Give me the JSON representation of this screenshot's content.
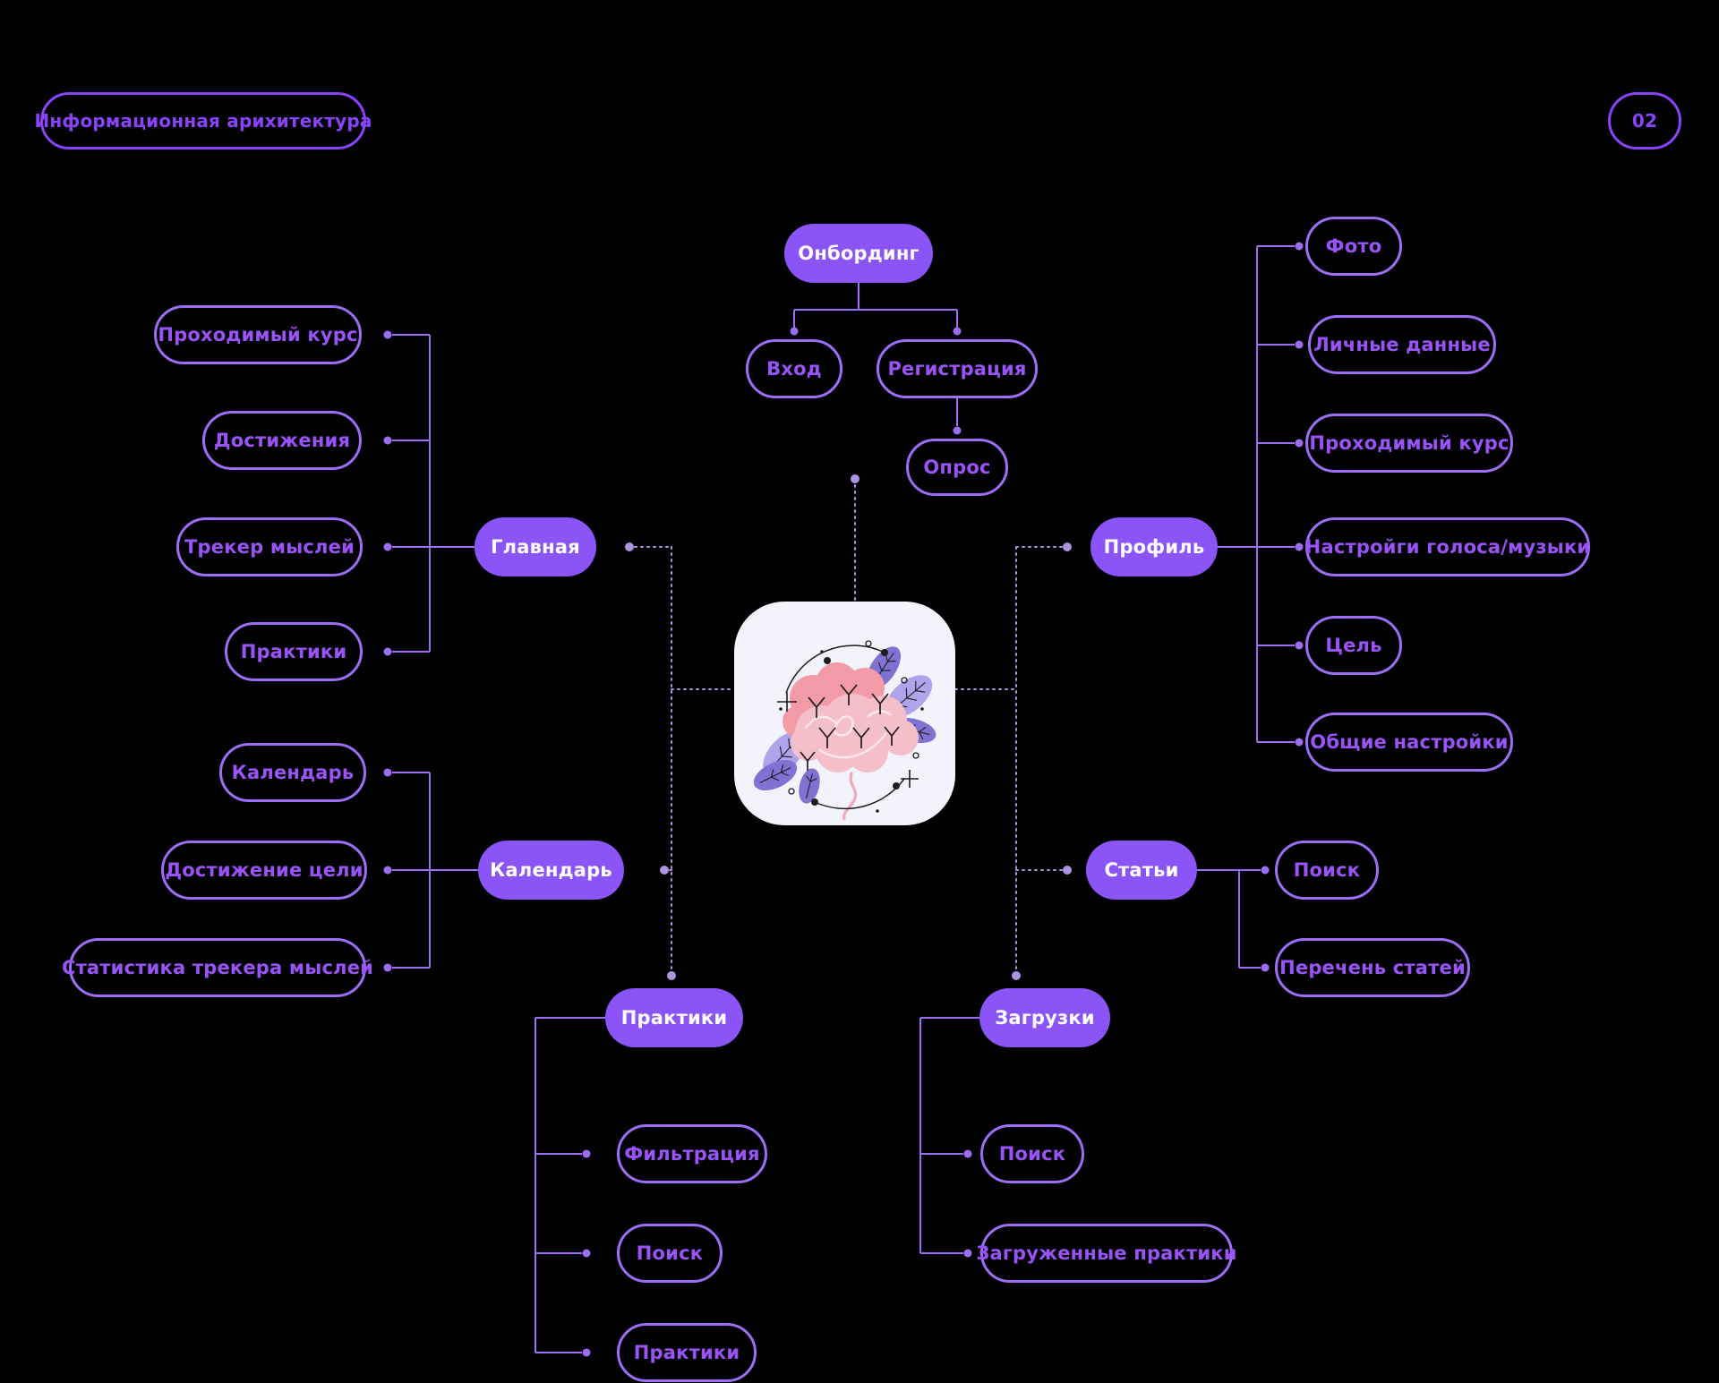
{
  "header": {
    "title": "Информационная арихитектура",
    "page_number": "02"
  },
  "colors": {
    "background": "#000000",
    "filled_node": "#8B54F7",
    "outline_node_border": "#9D6EF5",
    "outline_node_text": "#9A53F8",
    "header_accent": "#8943FA",
    "solid_connector": "#9D6EF5",
    "dashed_connector": "#AD94E2",
    "icon_card_bg": "#F3F3FB",
    "brain_pink_back": "#F29AA6",
    "brain_pink_front": "#F5BFCA",
    "leaf_dark": "#7F72D2",
    "leaf_light": "#AFA4EB"
  },
  "icon": {
    "name": "brain-flower-app-icon"
  },
  "sections": {
    "onboarding": {
      "label": "Онбординг",
      "login": "Вход",
      "registration": "Регистрация",
      "survey": "Опрос"
    },
    "home": {
      "label": "Главная",
      "items": [
        "Проходимый курс",
        "Достижения",
        "Трекер мыслей",
        "Практики"
      ]
    },
    "calendar": {
      "label": "Календарь",
      "items": [
        "Календарь",
        "Достижение цели",
        "Статистика трекера мыслей"
      ]
    },
    "profile": {
      "label": "Профиль",
      "items": [
        "Фото",
        "Личные данные",
        "Проходимый курс",
        "Настройги голоса/музыки",
        "Цель",
        "Общие настройки"
      ]
    },
    "articles": {
      "label": "Статьи",
      "items": [
        "Поиск",
        "Перечень статей"
      ]
    },
    "practices": {
      "label": "Практики",
      "items": [
        "Фильтрация",
        "Поиск",
        "Практики"
      ]
    },
    "downloads": {
      "label": "Загрузки",
      "items": [
        "Поиск",
        "Загруженные практики"
      ]
    }
  }
}
